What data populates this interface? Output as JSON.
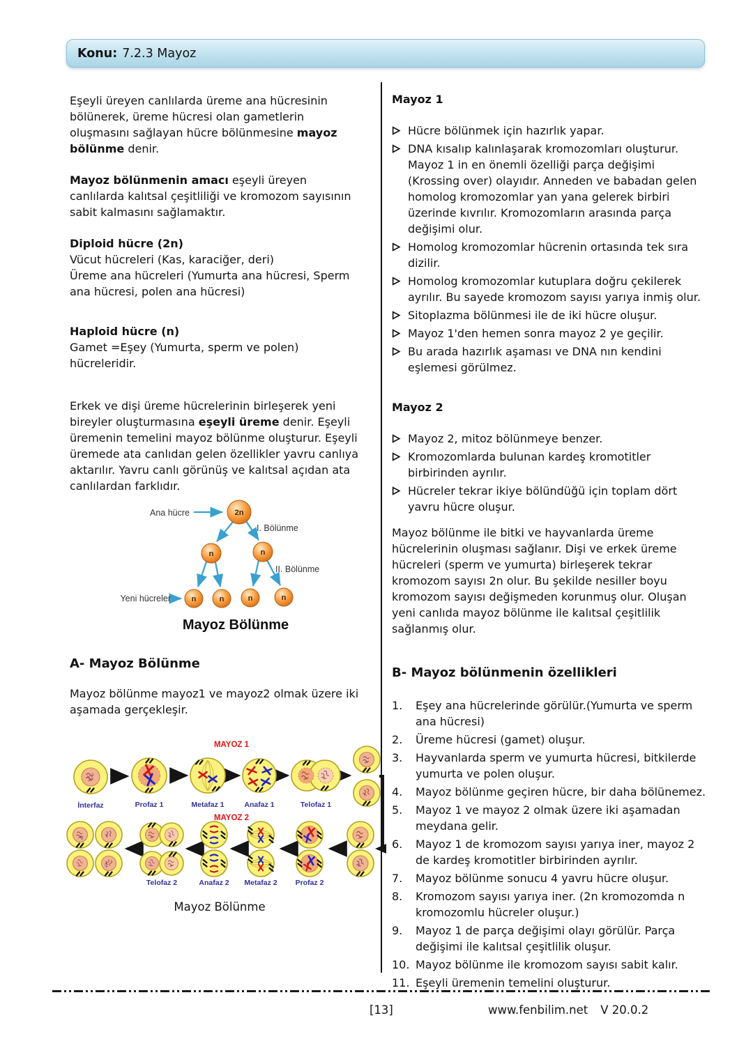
{
  "header": {
    "label": "Konu:",
    "topic": "7.2.3 Mayoz"
  },
  "icons": {
    "bullet_icon": "arrowhead-right"
  },
  "left": {
    "p1": [
      "Eşeyli üreyen canlılarda üreme ana hücresinin bölünerek, üreme hücresi olan gametlerin oluşmasını sağlayan hücre bölünmesine ",
      "mayoz bölünme",
      " denir."
    ],
    "p2": [
      "Mayoz bölünmenin amacı",
      " eşeyli üreyen canlılarda kalıtsal çeşitliliği ve kromozom sayısının sabit kalmasını sağlamaktır."
    ],
    "diploid": {
      "title": "Diploid hücre (2n)",
      "line1": "Vücut hücreleri (Kas, karaciğer, deri)",
      "line2": "Üreme ana hücreleri (Yumurta ana hücresi, Sperm ana hücresi, polen ana hücresi)"
    },
    "haploid": {
      "title": "Haploid hücre (n)",
      "line1": "Gamet =Eşey (Yumurta, sperm ve polen) hücreleridir."
    },
    "p3": [
      "Erkek ve dişi üreme hücrelerinin birleşerek yeni bireyler oluşturmasına ",
      "eşeyli üreme",
      " denir. Eşeyli üremenin temelini mayoz bölünme oluşturur. Eşeyli üremede ata canlıdan gelen özellikler yavru canlıya aktarılır. Yavru canlı görünüş ve kalıtsal açıdan ata canlılardan farklıdır."
    ],
    "sectionA": {
      "title": "A- Mayoz Bölünme",
      "body": "Mayoz bölünme mayoz1 ve mayoz2 olmak üzere iki aşamada gerçekleşir."
    }
  },
  "figures": {
    "tree": {
      "ana_hucre": "Ana hücre",
      "cell_2n": "2n",
      "cell_n": "n",
      "division1": "I. Bölünme",
      "division2": "II. Bölünme",
      "yeni_hucreler": "Yeni hücreler",
      "caption": "Mayoz Bölünme"
    },
    "stages": {
      "mayoz1_title": "MAYOZ 1",
      "mayoz2_title": "MAYOZ 2",
      "row1_labels": [
        "İnterfaz",
        "Profaz 1",
        "Metafaz 1",
        "Anafaz 1",
        "Telofaz 1"
      ],
      "row2_labels": [
        "Telofaz 2",
        "Anafaz 2",
        "Metafaz 2",
        "Profaz 2"
      ],
      "caption": "Mayoz Bölünme"
    }
  },
  "right": {
    "mayoz1": {
      "title": "Mayoz 1",
      "items": [
        "Hücre bölünmek için hazırlık yapar.",
        "DNA kısalıp kalınlaşarak kromozomları oluşturur. Mayoz 1 in en önemli özelliği parça değişimi (Krossing over) olayıdır. Anneden ve babadan gelen homolog kromozomlar yan yana gelerek birbiri üzerinde kıvrılır. Kromozomların arasında parça değişimi olur.",
        "Homolog kromozomlar hücrenin ortasında tek sıra dizilir.",
        "Homolog kromozomlar kutuplara doğru çekilerek ayrılır. Bu sayede kromozom sayısı yarıya inmiş olur.",
        "Sitoplazma bölünmesi ile de iki hücre oluşur.",
        "Mayoz 1'den hemen sonra mayoz 2 ye geçilir.",
        "Bu arada hazırlık aşaması ve DNA nın kendini eşlemesi görülmez."
      ]
    },
    "mayoz2": {
      "title": "Mayoz 2",
      "items": [
        "Mayoz 2, mitoz bölünmeye benzer.",
        "Kromozomlarda bulunan kardeş kromotitler birbirinden ayrılır.",
        "Hücreler tekrar ikiye bölündüğü için toplam dört yavru hücre oluşur."
      ]
    },
    "p1": "Mayoz bölünme ile bitki ve hayvanlarda üreme hücrelerinin oluşması sağlanır. Dişi ve erkek üreme hücreleri (sperm ve yumurta) birleşerek tekrar kromozom sayısı 2n olur. Bu şekilde nesiller boyu kromozom sayısı değişmeden korunmuş olur. Oluşan yeni canlıda mayoz bölünme ile kalıtsal çeşitlilik sağlanmış olur.",
    "sectionB": {
      "title": "B- Mayoz bölünmenin özellikleri",
      "items": [
        {
          "num": "1.",
          "text": "Eşey ana hücrelerinde görülür.(Yumurta ve sperm ana hücresi)"
        },
        {
          "num": "2.",
          "text": "Üreme hücresi (gamet) oluşur."
        },
        {
          "num": "3.",
          "text": "Hayvanlarda sperm ve yumurta hücresi, bitkilerde yumurta ve polen oluşur."
        },
        {
          "num": "4.",
          "text": "Mayoz bölünme geçiren hücre, bir daha bölünemez."
        },
        {
          "num": "5.",
          "text": "Mayoz 1 ve mayoz 2 olmak üzere iki aşamadan meydana gelir."
        },
        {
          "num": "6.",
          "text": "Mayoz 1 de kromozom sayısı yarıya iner, mayoz 2 de kardeş kromotitler birbirinden ayrılır."
        },
        {
          "num": "7.",
          "text": "Mayoz bölünme sonucu 4 yavru hücre oluşur."
        },
        {
          "num": "8.",
          "text": "Kromozom sayısı yarıya iner. (2n kromozomda n kromozomlu hücreler oluşur.)"
        },
        {
          "num": "9.",
          "text": "Mayoz 1 de parça değişimi olayı görülür. Parça değişimi ile kalıtsal çeşitlilik oluşur."
        },
        {
          "num": "10.",
          "text": "Mayoz bölünme ile kromozom sayısı sabit kalır."
        },
        {
          "num": "11.",
          "text": "Eşeyli üremenin temelini oluşturur."
        }
      ]
    }
  },
  "footer": {
    "page": "[13]",
    "site": "www.fenbilim.net",
    "version": "V 20.0.2"
  },
  "colors": {
    "accent_red": "#e01414",
    "label_navy": "#32329b",
    "cell_yellow": "#fbf27d",
    "cell_orange": "#f49a3a",
    "arrow_blue": "#3aa0d0",
    "header_blue": "#b9dcea"
  }
}
